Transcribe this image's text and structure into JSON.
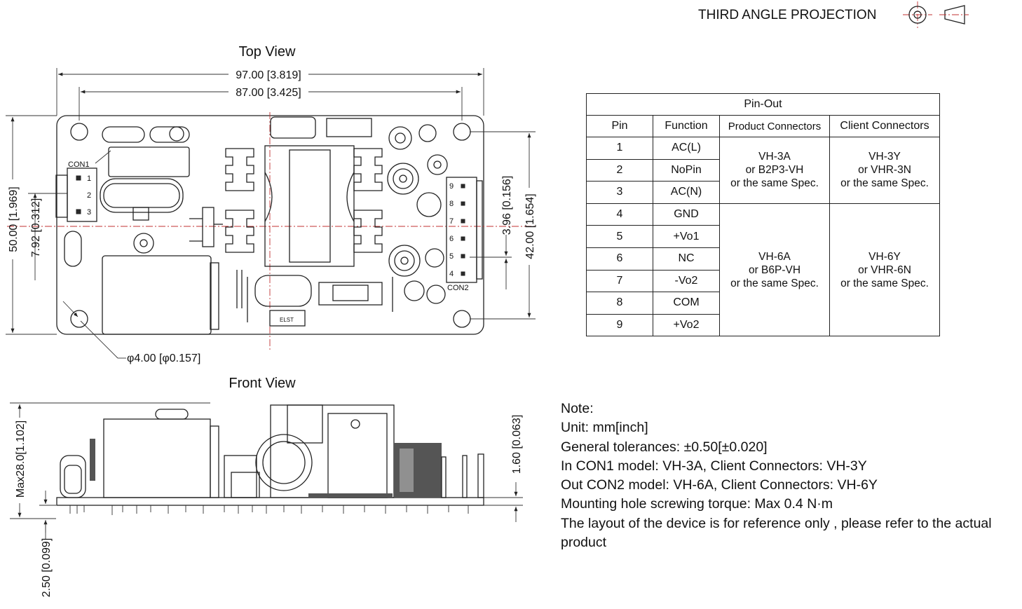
{
  "header": {
    "projection_label": "THIRD ANGLE PROJECTION"
  },
  "top_view": {
    "title": "Top View",
    "dim_overall_width": "97.00 [3.819]",
    "dim_hole_spacing_x": "87.00 [3.425]",
    "dim_overall_height": "50.00 [1.969]",
    "dim_con1_offset": "7.92 [0.312]",
    "dim_con2_offset": "3.96 [0.156]",
    "dim_hole_spacing_y": "42.00 [1.654]",
    "dim_hole_diameter": "φ4.00 [φ0.157]",
    "con1_label": "CON1",
    "con1_pins": [
      "1",
      "2",
      "3"
    ],
    "con2_label": "CON2",
    "con2_pins": [
      "9",
      "8",
      "7",
      "6",
      "5",
      "4"
    ],
    "part_marking": "ELST"
  },
  "front_view": {
    "title": "Front View",
    "dim_max_height": "Max28.0[1.102]",
    "dim_pcb_thickness": "1.60 [0.063]",
    "dim_pin_length": "2.50 [0.099]"
  },
  "pinout": {
    "title": "Pin-Out",
    "headers": [
      "Pin",
      "Function",
      "Product Connectors",
      "Client Connectors"
    ],
    "rows": [
      {
        "pin": "1",
        "function": "AC(L)"
      },
      {
        "pin": "2",
        "function": "NoPin"
      },
      {
        "pin": "3",
        "function": "AC(N)"
      },
      {
        "pin": "4",
        "function": "GND"
      },
      {
        "pin": "5",
        "function": "+Vo1"
      },
      {
        "pin": "6",
        "function": "NC"
      },
      {
        "pin": "7",
        "function": "-Vo2"
      },
      {
        "pin": "8",
        "function": "COM"
      },
      {
        "pin": "9",
        "function": "+Vo2"
      }
    ],
    "group1": {
      "product": [
        "VH-3A",
        "or B2P3-VH",
        "or  the same Spec."
      ],
      "client": [
        "VH-3Y",
        "or VHR-3N",
        "or the same Spec."
      ]
    },
    "group2": {
      "product": [
        "VH-6A",
        "or B6P-VH",
        "or the same Spec."
      ],
      "client": [
        "VH-6Y",
        "or VHR-6N",
        "or the same Spec."
      ]
    }
  },
  "notes": {
    "heading": "Note:",
    "lines": [
      "Unit: mm[inch]",
      "General tolerances: ±0.50[±0.020]",
      "In CON1 model: VH-3A, Client Connectors: VH-3Y",
      "Out CON2 model: VH-6A, Client Connectors: VH-6Y",
      "Mounting hole screwing torque: Max 0.4 N·m",
      "The layout of the device is for reference only , please refer to the actual product"
    ]
  },
  "colors": {
    "line": "#222222",
    "centerline": "#c03030",
    "background": "#ffffff"
  }
}
